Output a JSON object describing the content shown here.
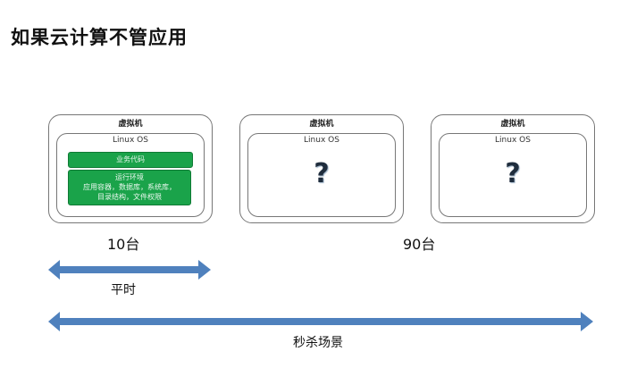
{
  "title": "如果云计算不管应用",
  "vms": [
    {
      "label": "虚拟机",
      "os_label": "Linux OS",
      "business_code": "业务代码",
      "runtime": {
        "line1": "运行环境",
        "line2": "应用容器，数据库，系统库，",
        "line3": "目录结构，文件权限"
      }
    },
    {
      "label": "虚拟机",
      "os_label": "Linux OS",
      "unknown": "?"
    },
    {
      "label": "虚拟机",
      "os_label": "Linux OS",
      "unknown": "?"
    }
  ],
  "counts": {
    "normal": "10台",
    "peak": "90台"
  },
  "arrows": {
    "normal_label": "平时",
    "peak_label": "秒杀场景",
    "color": "#4f81bd"
  },
  "colors": {
    "runtime_green": "#1aa34a"
  }
}
